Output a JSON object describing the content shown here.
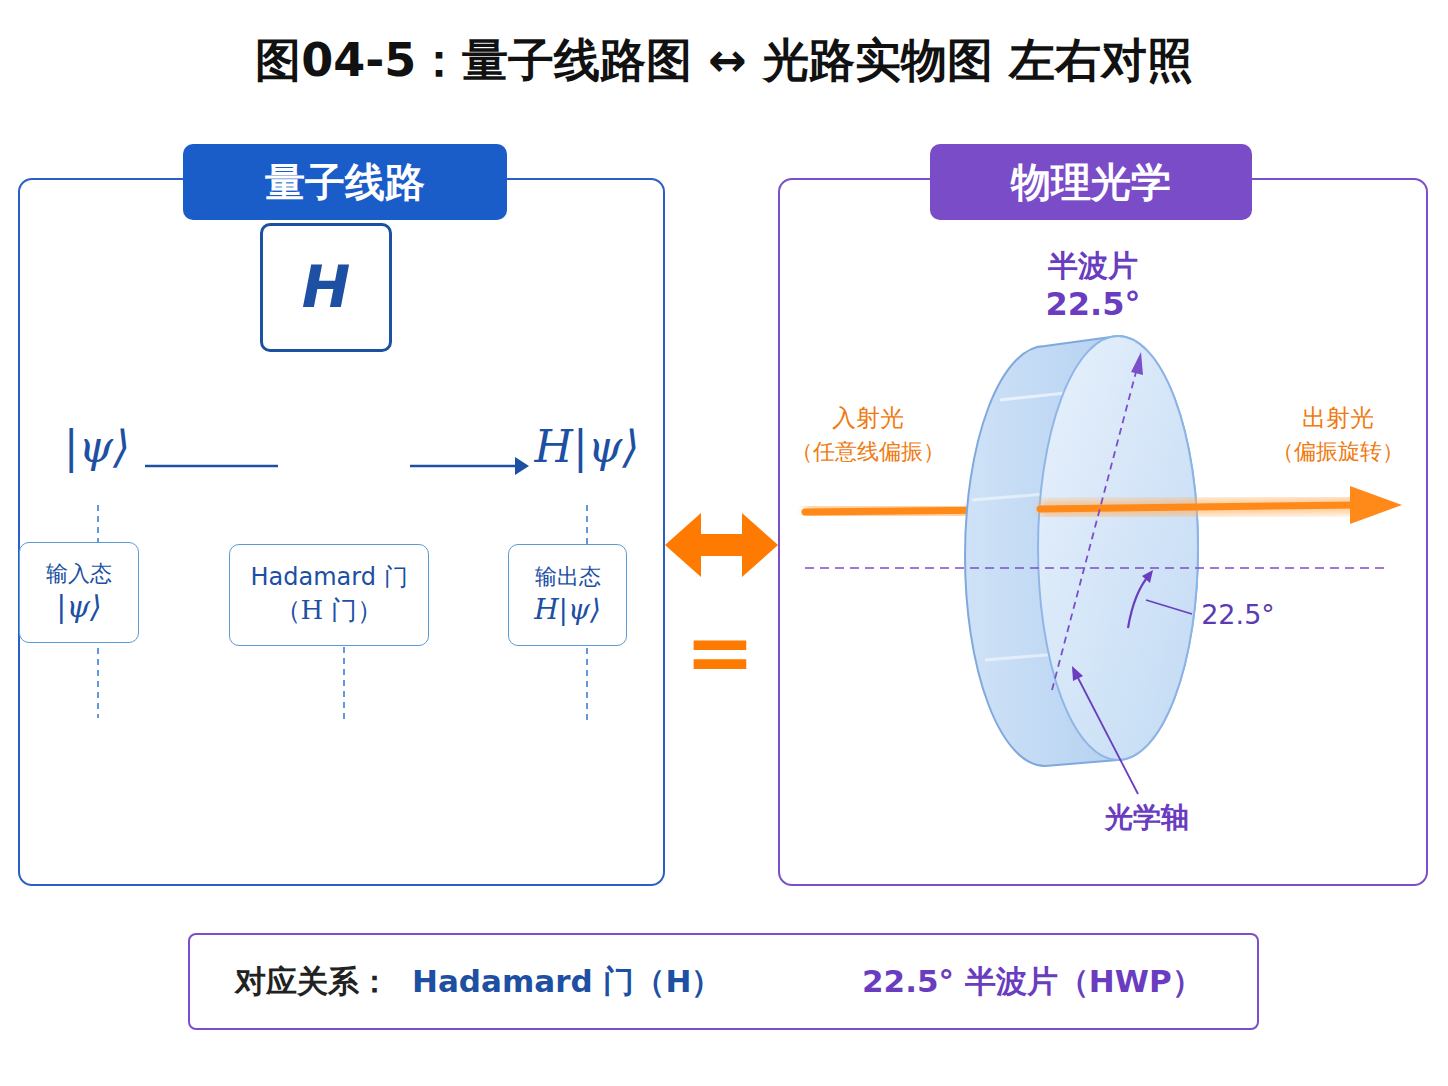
{
  "diagram": {
    "title": "图04-5：量子线路图 ↔ 光路实物图 左右对照",
    "nodes": [
      {
        "text": [
          "量子线路"
        ]
      },
      {
        "text": [
          "H"
        ],
        "in": 0
      },
      {
        "text": [
          "输入态",
          "|ψ⟩"
        ],
        "in": 0
      },
      {
        "text": [
          "Hadamard 门",
          "（H 门）"
        ],
        "in": 0
      },
      {
        "text": [
          "输出态",
          "H|ψ⟩"
        ],
        "in": 0
      },
      {
        "text": [
          "物理光学"
        ]
      },
      {
        "text": [
          "对应关系：",
          "Hadamard 门（H）",
          "22.5° 半波片（HWP）"
        ]
      }
    ],
    "edges": [
      {
        "from": 0,
        "to": 5,
        "arrow": "both"
      }
    ],
    "labels": [
      "|ψ⟩",
      "H|ψ⟩",
      "半波片",
      "22.5°",
      "入射光",
      "（任意线偏振）",
      "出射光",
      "（偏振旋转）",
      "22.5°",
      "光学轴",
      "="
    ]
  }
}
